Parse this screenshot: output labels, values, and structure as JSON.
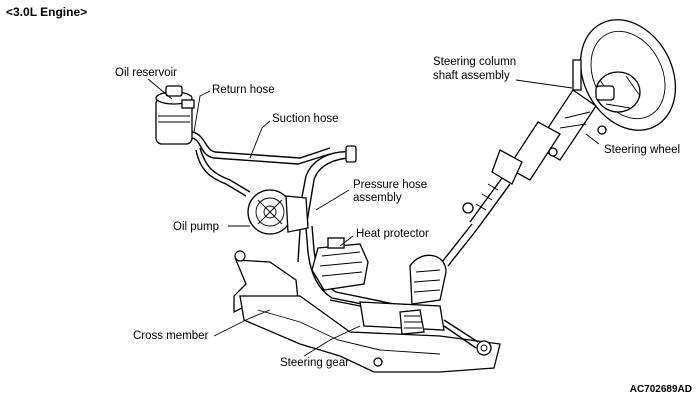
{
  "header": {
    "engine": "<3.0L Engine>"
  },
  "labels": {
    "oil_reservoir": "Oil reservoir",
    "return_hose": "Return hose",
    "suction_hose": "Suction hose",
    "steering_column_1": "Steering column",
    "steering_column_2": "shaft assembly",
    "steering_wheel": "Steering wheel",
    "pressure_hose_1": "Pressure hose",
    "pressure_hose_2": "assembly",
    "oil_pump": "Oil pump",
    "heat_protector": "Heat protector",
    "cross_member": "Cross member",
    "steering_gear": "Steering gear"
  },
  "figure_code": "AC702689AD"
}
